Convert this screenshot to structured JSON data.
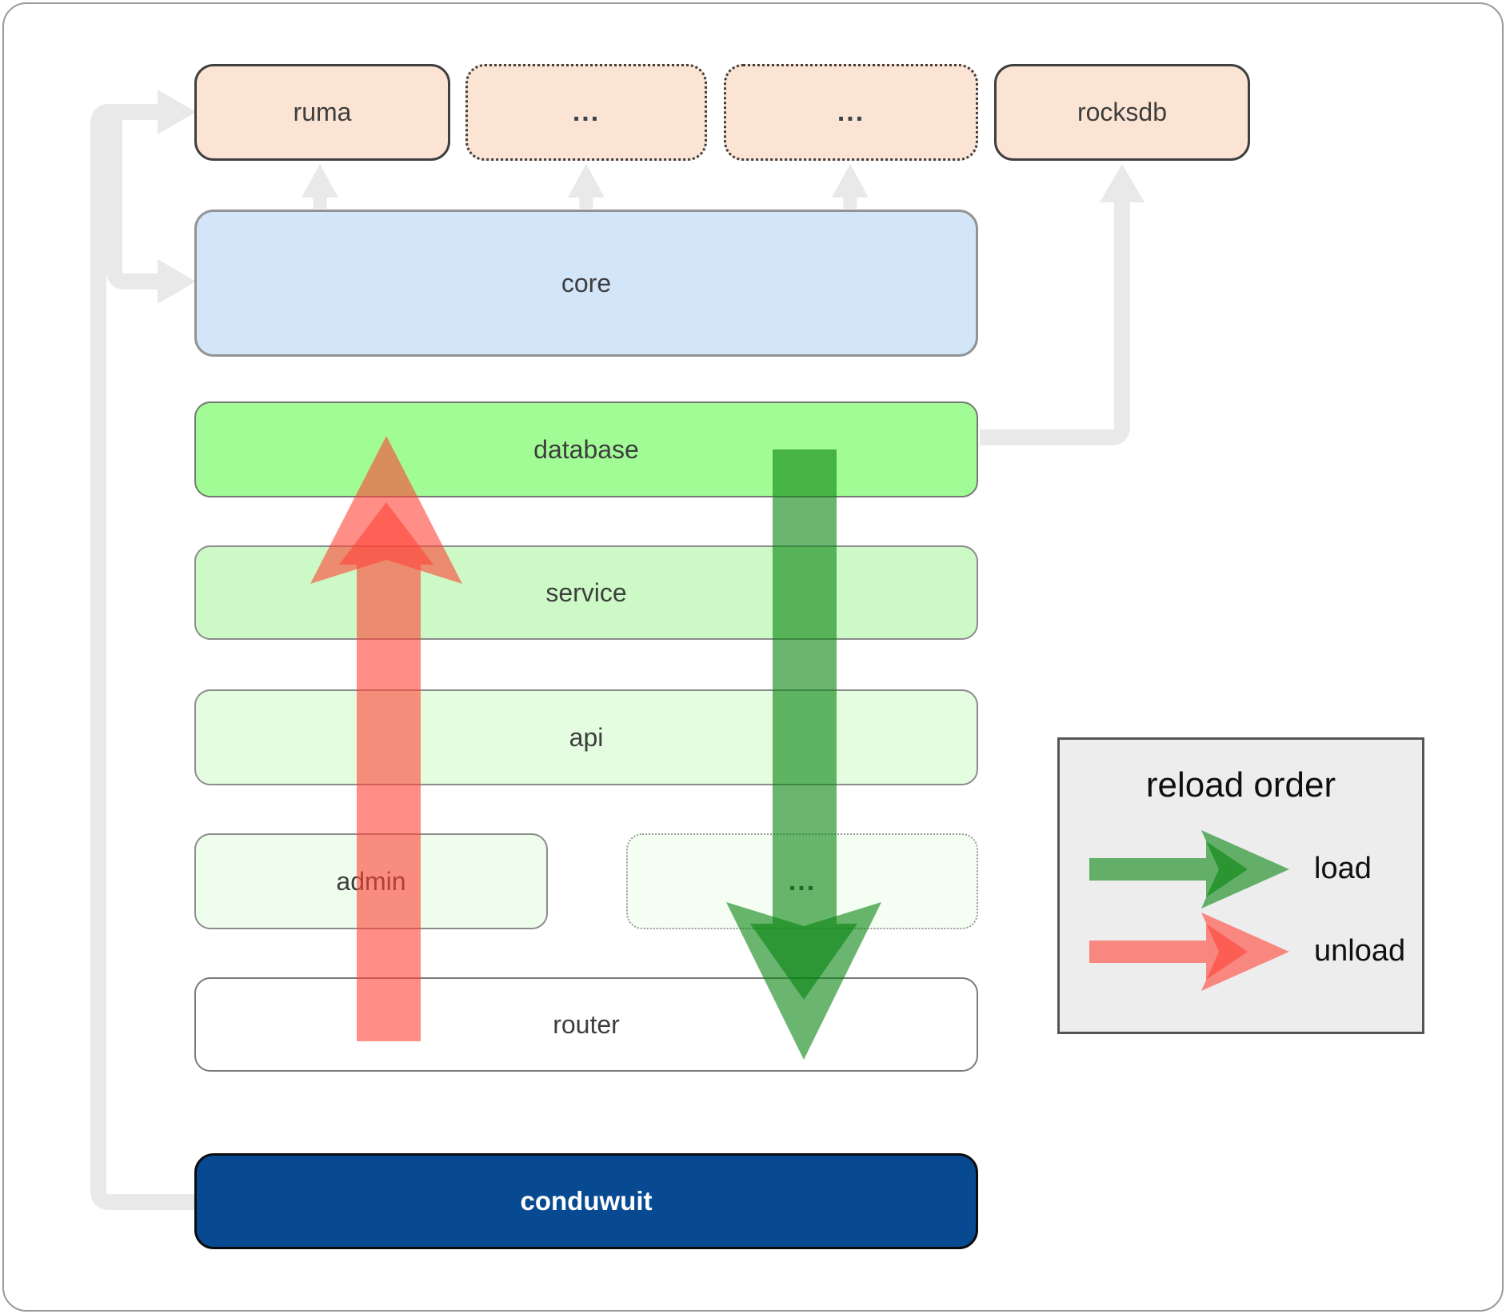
{
  "diagram": {
    "nodes": {
      "ruma": {
        "label": "ruma"
      },
      "dep_a": {
        "label": "..."
      },
      "dep_b": {
        "label": "..."
      },
      "rocksdb": {
        "label": "rocksdb"
      },
      "core": {
        "label": "core"
      },
      "database": {
        "label": "database"
      },
      "service": {
        "label": "service"
      },
      "api": {
        "label": "api"
      },
      "admin": {
        "label": "admin"
      },
      "services_more": {
        "label": "..."
      },
      "router": {
        "label": "router"
      },
      "conduwuit": {
        "label": "conduwuit"
      }
    },
    "legend": {
      "title": "reload order",
      "items": [
        {
          "label": "load"
        },
        {
          "label": "unload"
        }
      ]
    }
  },
  "colors": {
    "dep_peach": "#fce4d4",
    "node_border_dark": "#3f3f3f",
    "core_blue": "#d3e5f8",
    "database_green": "#a2fc95",
    "service_green": "#cdf9c6",
    "api_green": "#e4fcdf",
    "admin_green": "#eefdec",
    "more_green": "#f4fef2",
    "router_white": "#ffffff",
    "conduwuit_blue": "#084a92",
    "connector_gray": "#e9e9e9",
    "load_green": "#06830f",
    "unload_red": "#ff4237",
    "legend_bg": "#ededed",
    "text_dark": "#3e3e3e"
  }
}
